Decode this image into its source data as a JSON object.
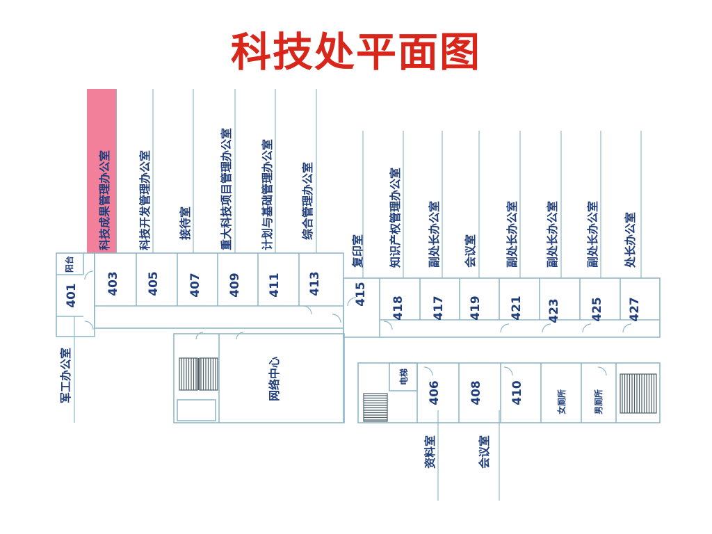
{
  "title": "科技处平面图",
  "highlight_color": "#f06a8a",
  "top_rooms": [
    {
      "num": "403",
      "name": "科技成果管理办公室",
      "highlighted": true
    },
    {
      "num": "405",
      "name": "科技开发管理办公室"
    },
    {
      "num": "407",
      "name": "接待室"
    },
    {
      "num": "409",
      "name": "重大科技项目管理办公室"
    },
    {
      "num": "411",
      "name": "计划与基础管理办公室"
    },
    {
      "num": "413",
      "name": "综合管理办公室"
    },
    {
      "num": "415",
      "name": "复印室"
    },
    {
      "num": "418",
      "name": "知识产权管理办公室"
    },
    {
      "num": "417",
      "name": "副处长办公室"
    },
    {
      "num": "419",
      "name": "会议室"
    },
    {
      "num": "421",
      "name": "副处长办公室"
    },
    {
      "num": "423",
      "name": "副处长办公室"
    },
    {
      "num": "425",
      "name": "副处长办公室"
    },
    {
      "num": "427",
      "name": "处长办公室"
    }
  ],
  "left_rooms": {
    "num_401": "401",
    "balcony": "阳台",
    "military": "军工办公室"
  },
  "center": {
    "network": "网络中心",
    "elevator": "电梯"
  },
  "bottom_rooms": [
    {
      "num": "406",
      "name": "资料室"
    },
    {
      "num": "408",
      "name": "会议室"
    },
    {
      "num": "410",
      "name": ""
    }
  ],
  "restrooms": {
    "women": "女厕所",
    "men": "男厕所"
  }
}
